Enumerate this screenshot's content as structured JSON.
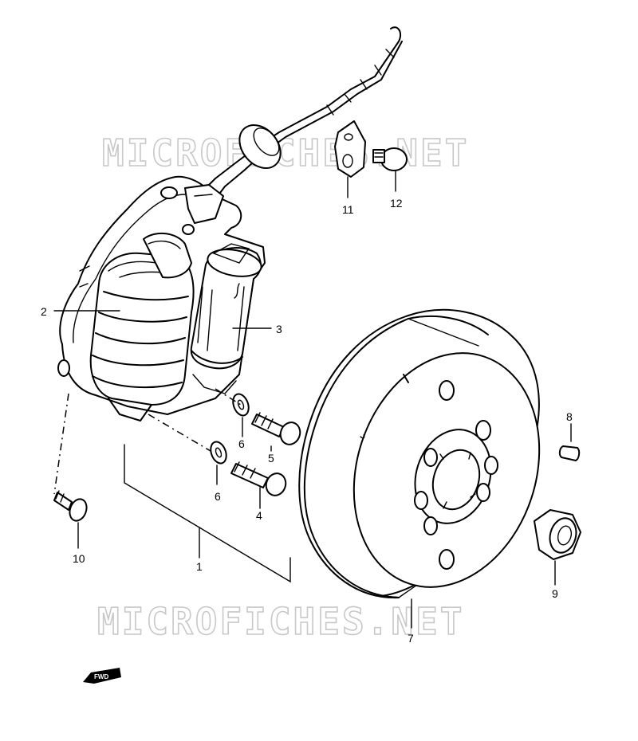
{
  "watermark": {
    "text": "MICROFICHES.NET"
  },
  "part_callouts": [
    {
      "id": "1",
      "label": "1"
    },
    {
      "id": "2",
      "label": "2"
    },
    {
      "id": "3",
      "label": "3"
    },
    {
      "id": "4",
      "label": "4"
    },
    {
      "id": "5",
      "label": "5"
    },
    {
      "id": "6a",
      "label": "6"
    },
    {
      "id": "6b",
      "label": "6"
    },
    {
      "id": "7",
      "label": "7"
    },
    {
      "id": "8",
      "label": "8"
    },
    {
      "id": "9",
      "label": "9"
    },
    {
      "id": "10",
      "label": "10"
    },
    {
      "id": "11",
      "label": "11"
    },
    {
      "id": "12",
      "label": "12"
    }
  ],
  "direction_indicator": {
    "label": "FWD",
    "icon": "forward-arrow-icon"
  }
}
